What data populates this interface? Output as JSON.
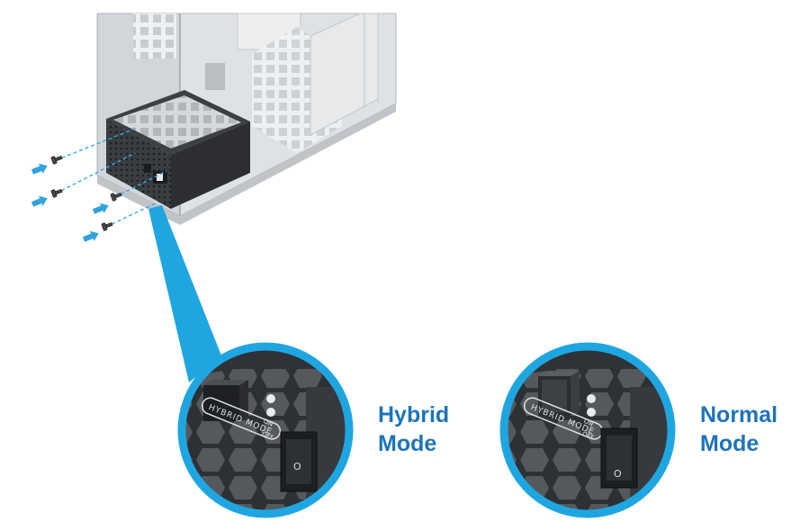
{
  "colors": {
    "accent_blue": "#1e74b8",
    "callout_blue": "#1fa6e0",
    "case_gray": "#c9cdd1",
    "psu_dark": "#2b2d30",
    "honeycomb_gray": "#4a4d52"
  },
  "labels": {
    "hybrid_line1": "Hybrid",
    "hybrid_line2": "Mode",
    "normal_line1": "Normal",
    "normal_line2": "Mode"
  },
  "switch_panel": {
    "mode_text": "HYBRID MODE",
    "on_text": "ON",
    "off_text": "OFF",
    "rocker_symbol": "O"
  },
  "modes": [
    {
      "name": "hybrid",
      "button_pressed": true
    },
    {
      "name": "normal",
      "button_pressed": false
    }
  ],
  "icons": [
    "screw-icon",
    "arrow-icon",
    "power-switch-icon"
  ]
}
